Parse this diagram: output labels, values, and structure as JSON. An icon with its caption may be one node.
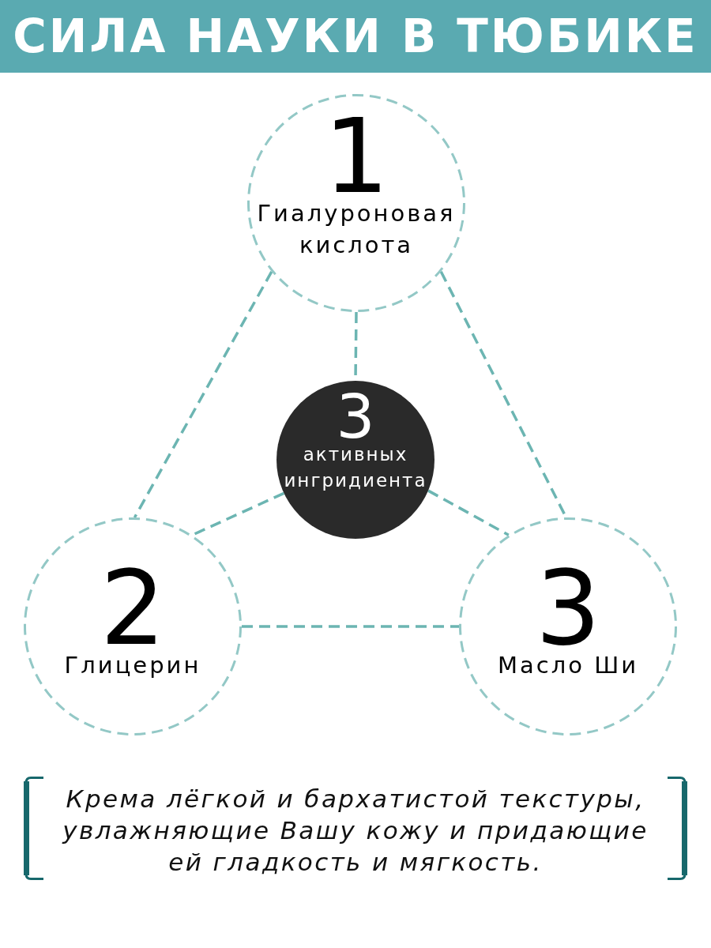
{
  "diagram": {
    "title": "СИЛА НАУКИ В ТЮБИКЕ",
    "nodes": [
      {
        "text": [
          "1",
          "Гиалуроновая кислота"
        ]
      },
      {
        "text": [
          "3",
          "активных ингридиента"
        ]
      },
      {
        "text": [
          "2",
          "Глицерин"
        ]
      },
      {
        "text": [
          "3",
          "Масло Ши"
        ]
      }
    ],
    "edges": [
      {
        "from": 0,
        "to": 2,
        "arrow": "none",
        "style": "dashed"
      },
      {
        "from": 0,
        "to": 1,
        "arrow": "none",
        "style": "dashed"
      },
      {
        "from": 0,
        "to": 3,
        "arrow": "none",
        "style": "dashed"
      },
      {
        "from": 1,
        "to": 2,
        "arrow": "none",
        "style": "dashed"
      },
      {
        "from": 1,
        "to": 3,
        "arrow": "none",
        "style": "dashed"
      },
      {
        "from": 2,
        "to": 3,
        "arrow": "none",
        "style": "dashed"
      }
    ],
    "caption": "Крема лёгкой и бархатистой текстуры, увлажняющие Вашу кожу и придающие ей гладкость и мягкость."
  }
}
